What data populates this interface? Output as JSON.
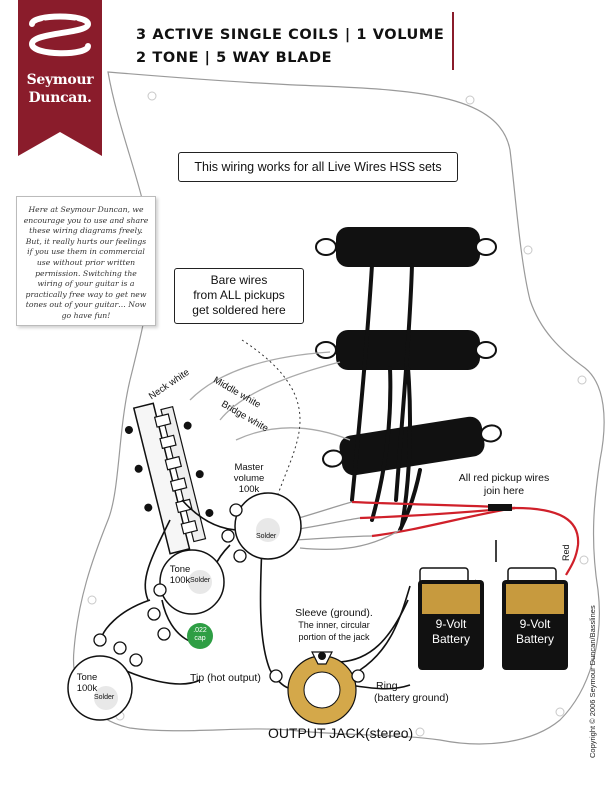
{
  "brand": {
    "name_line1": "Seymour",
    "name_line2": "Duncan.",
    "logo_icon": "s-logo-icon",
    "banner_color": "#8a1c2b"
  },
  "title": {
    "line1": "3 ACTIVE SINGLE COILS | 1 VOLUME",
    "line2": "2 TONE | 5 WAY BLADE"
  },
  "callouts": {
    "top": "This wiring works for all Live Wires HSS sets",
    "bare_line1": "Bare wires",
    "bare_line2": "from ALL pickups",
    "bare_line3": "get soldered here"
  },
  "notice_text": "Here at Seymour Duncan, we encourage you to use and share these wiring diagrams freely. But, it really hurts our feelings if you use them in commercial use without prior written permission. Switching the wiring of your guitar is a practically free way to get new tones out of your guitar… Now go have fun!",
  "wire_labels": {
    "neck": "Neck white",
    "middle": "Middle white",
    "bridge": "Bridge white",
    "red": "Red"
  },
  "controls": {
    "master_line1": "Master",
    "master_line2": "volume",
    "master_line3": "100k",
    "tone1_line1": "Tone",
    "tone1_line2": "100k",
    "tone2_line1": "Tone",
    "tone2_line2": "100k",
    "solder": "Solder",
    "cap_line1": ".022",
    "cap_line2": "cap"
  },
  "red_join_line1": "All red pickup wires",
  "red_join_line2": "join here",
  "batteries": [
    {
      "line1": "9-Volt",
      "line2": "Battery"
    },
    {
      "line1": "9-Volt",
      "line2": "Battery"
    }
  ],
  "jack": {
    "sleeve_line1": "Sleeve (ground).",
    "sleeve_line2": "The inner, circular",
    "sleeve_line3": "portion of the jack",
    "tip": "Tip (hot output)",
    "ring_line1": "Ring",
    "ring_line2": "(battery ground)",
    "title": "OUTPUT JACK(stereo)"
  },
  "copyright": "Copyright © 2006 Seymour Duncan/Basslines",
  "colors": {
    "wire_red": "#d0202a",
    "cap_green": "#2e9e44",
    "jack_gold": "#d4a84a",
    "pickup_black": "#111111"
  }
}
